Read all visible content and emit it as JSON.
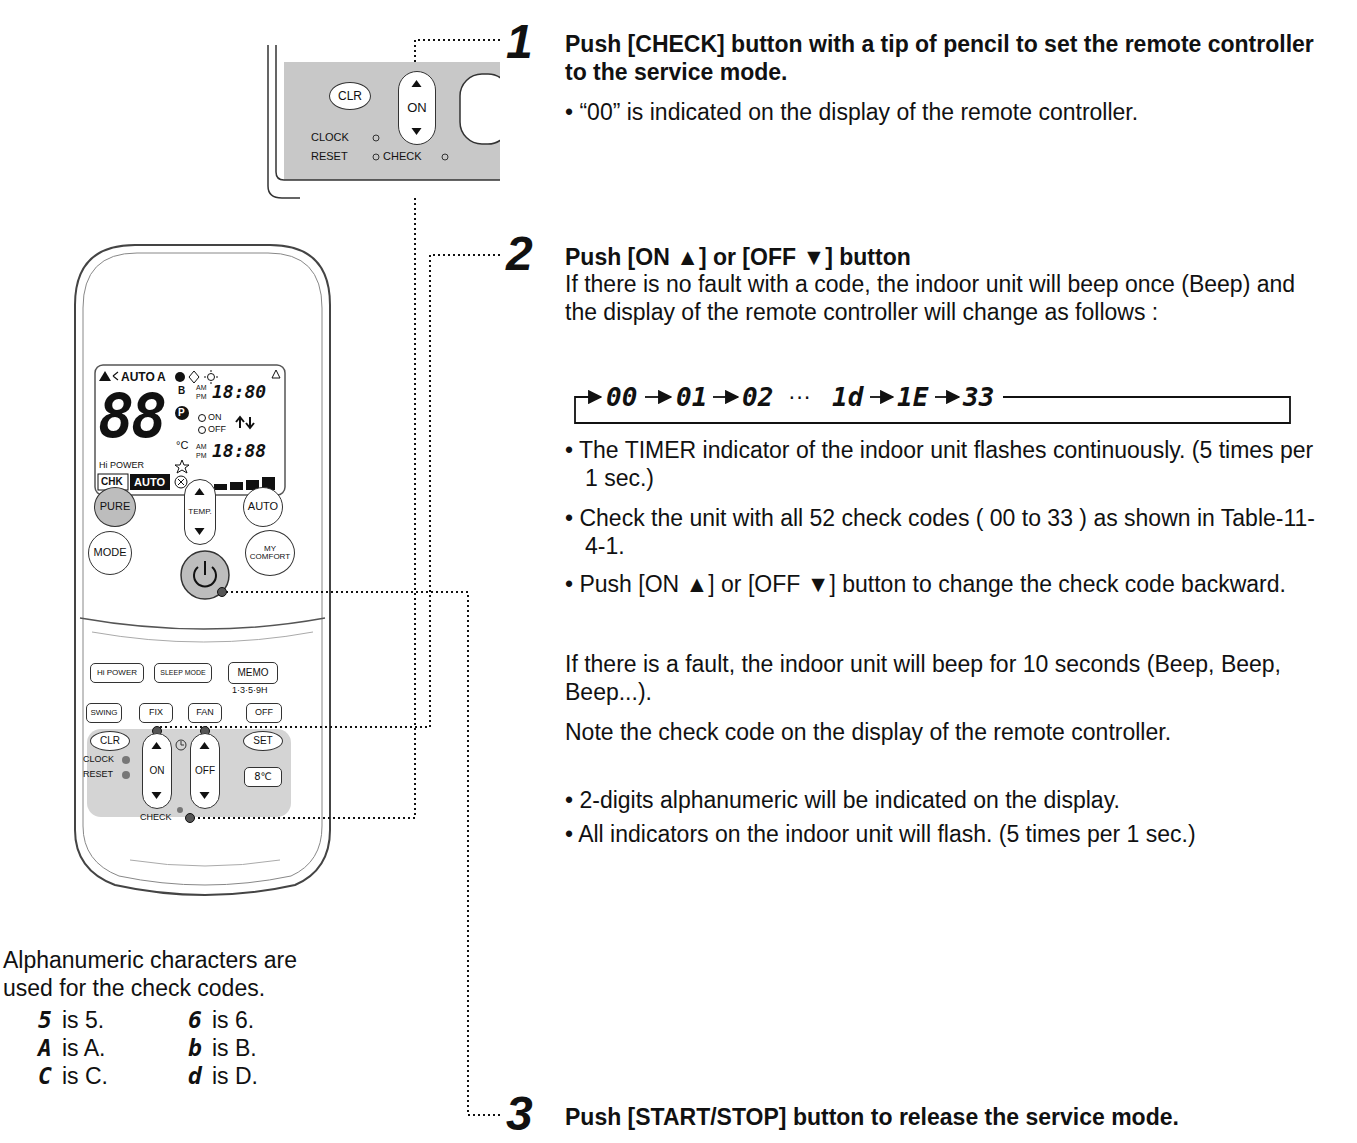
{
  "diagram": {
    "nodes": [
      {
        "text": [
          "CLR"
        ]
      },
      {
        "text": [
          "ON"
        ]
      },
      {
        "text": [
          "PURE"
        ]
      },
      {
        "text": [
          "TEMP."
        ]
      },
      {
        "text": [
          "AUTO"
        ]
      },
      {
        "text": [
          "MODE"
        ]
      },
      {
        "text": [
          "MY COMFORT"
        ]
      },
      {
        "text": [
          "Hi POWER"
        ]
      },
      {
        "text": [
          "SLEEP MODE"
        ]
      },
      {
        "text": [
          "MEMO"
        ]
      },
      {
        "text": [
          "SWING"
        ]
      },
      {
        "text": [
          "FIX"
        ]
      },
      {
        "text": [
          "FAN"
        ]
      },
      {
        "text": [
          "OFF"
        ]
      },
      {
        "text": [
          "CLR"
        ]
      },
      {
        "text": [
          "ON"
        ]
      },
      {
        "text": [
          "OFF"
        ]
      },
      {
        "text": [
          "SET"
        ]
      },
      {
        "text": [
          "8℃"
        ]
      }
    ],
    "labels": [
      "1",
      "Push [CHECK] button with a tip of pencil to set the remote controller to the service mode.",
      "• “00” is indicated on the display of the remote controller.",
      "2",
      "Push [ON ▲] or [OFF ▼] button",
      "If there is no fault with a code, the indoor unit will beep once (Beep) and the display of the remote controller will change as follows :",
      "00",
      "01",
      "02",
      "···",
      "1d",
      "1E",
      "33",
      "• The TIMER indicator of the indoor unit flashes continuously. (5 times per 1 sec.)",
      "• Check the unit with all 52 check codes ( 00 to 33 ) as shown in Table-11-4-1.",
      "• Push [ON ▲] or [OFF ▼] button to change the check code backward.",
      "If there is a fault, the indoor unit will beep for 10 seconds (Beep, Beep, Beep...).",
      "Note the check code on the display of the remote controller.",
      "• 2-digits alphanumeric will be indicated on the display.",
      "• All indicators on the indoor unit will flash. (5 times per 1 sec.)",
      "3",
      "Push [START/STOP] button to release the service mode.",
      "Alphanumeric characters are used for the check codes.",
      "5",
      "is 5.",
      "6",
      "is 6.",
      "A",
      "is A.",
      "b",
      "is B.",
      "C",
      "is C.",
      "d",
      "is D.",
      "CLOCK",
      "RESET",
      "CHECK",
      "AUTO",
      "A",
      "88",
      "B",
      "P",
      "AM",
      "PM",
      "18:80",
      "ON",
      "OFF",
      "AM",
      "PM",
      "18:88",
      "Hi POWER",
      "°C",
      "CHK",
      "AUTO",
      "1·3·5·9H",
      "CLOCK",
      "RESET",
      "CHECK"
    ]
  }
}
